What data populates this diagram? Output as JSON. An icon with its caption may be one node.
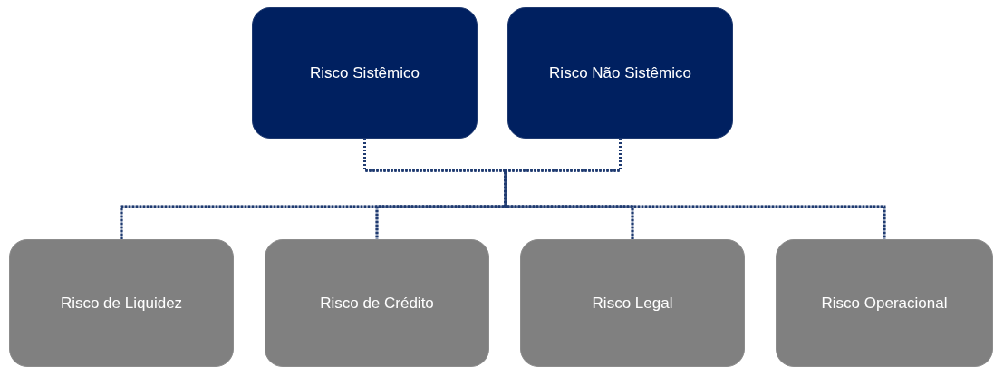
{
  "diagram": {
    "nodes": [
      {
        "text": [
          "Risco Sistêmico"
        ]
      },
      {
        "text": [
          "Risco Não Sistêmico"
        ]
      },
      {
        "text": [
          "Risco de Liquidez"
        ]
      },
      {
        "text": [
          "Risco de Crédito"
        ]
      },
      {
        "text": [
          "Risco Legal"
        ]
      },
      {
        "text": [
          "Risco Operacional"
        ]
      }
    ],
    "edges": [
      {
        "from": 0,
        "to": 2,
        "arrow": "none",
        "style": "dashed"
      },
      {
        "from": 0,
        "to": 3,
        "arrow": "none",
        "style": "dashed"
      },
      {
        "from": 0,
        "to": 4,
        "arrow": "none",
        "style": "dashed"
      },
      {
        "from": 0,
        "to": 5,
        "arrow": "none",
        "style": "dashed"
      },
      {
        "from": 1,
        "to": 2,
        "arrow": "none",
        "style": "dashed"
      },
      {
        "from": 1,
        "to": 3,
        "arrow": "none",
        "style": "dashed"
      },
      {
        "from": 1,
        "to": 4,
        "arrow": "none",
        "style": "dashed"
      },
      {
        "from": 1,
        "to": 5,
        "arrow": "none",
        "style": "dashed"
      }
    ]
  }
}
